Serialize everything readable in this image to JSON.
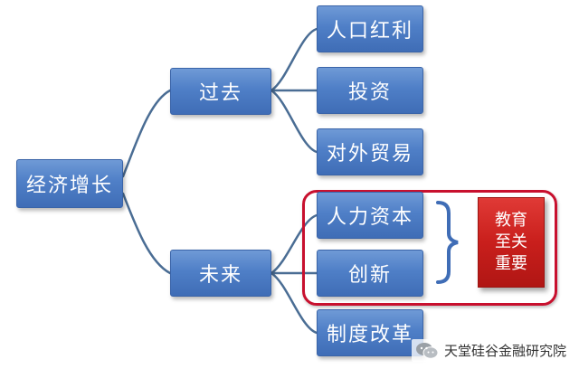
{
  "diagram": {
    "root": "经济增长",
    "past": {
      "label": "过去",
      "children": [
        "人口红利",
        "投资",
        "对外贸易"
      ]
    },
    "future": {
      "label": "未来",
      "children": [
        "人力资本",
        "创新",
        "制度改革"
      ]
    },
    "note_lines": [
      "教育",
      "至关",
      "重要"
    ]
  },
  "watermark": {
    "text": "天堂硅谷金融研究院"
  },
  "colors": {
    "node_blue": "#4f7fc7",
    "connector": "#4a6d94",
    "highlight_red": "#c8102e",
    "note_red": "#c91f1c"
  },
  "icons": {
    "watermark": "wechat-icon"
  }
}
